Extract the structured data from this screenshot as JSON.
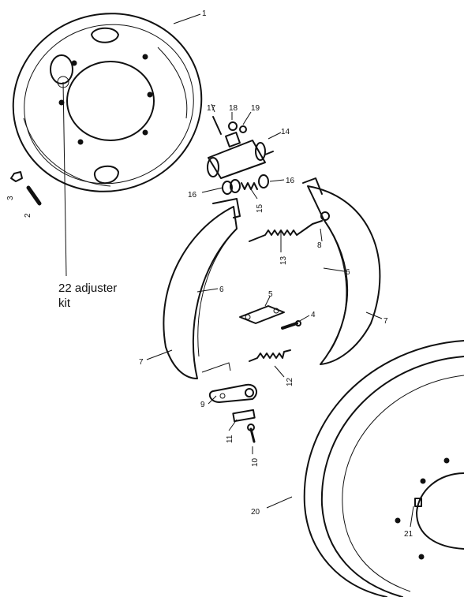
{
  "labels": {
    "l1": "1",
    "l2": "2",
    "l3": "3",
    "l4": "4",
    "l5": "5",
    "l6a": "6",
    "l6b": "6",
    "l7a": "7",
    "l7b": "7",
    "l8": "8",
    "l9": "9",
    "l10": "10",
    "l11": "11",
    "l12": "12",
    "l13": "13",
    "l14": "14",
    "l15": "15",
    "l16a": "16",
    "l16b": "16",
    "l17": "17",
    "l18": "18",
    "l19": "19",
    "l20": "20",
    "l21": "21"
  },
  "annotation": {
    "line1": "22 adjuster",
    "line2": "kit"
  }
}
